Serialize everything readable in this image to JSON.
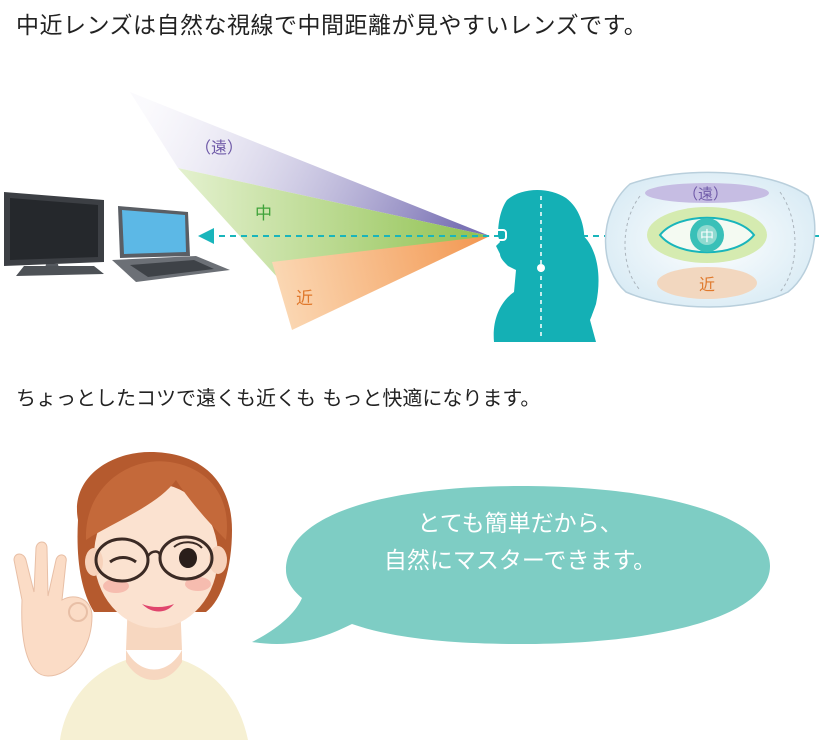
{
  "heading": "中近レンズは自然な視線で中間距離が見やすいレンズです。",
  "subheading": "ちょっとしたコツで遠くも近くも もっと快適になります。",
  "zones": {
    "far": "（遠）",
    "middle": "中",
    "near": "近"
  },
  "lens_zones": {
    "far": "（遠）",
    "middle": "中",
    "near": "近"
  },
  "speech_bubble": {
    "line1": "とても簡単だから、",
    "line2": "自然にマスターできます。"
  },
  "colors": {
    "far_zone": "#8c86c0",
    "middle_zone": "#a8d070",
    "near_zone": "#f3a86a",
    "teal": "#19b5bb",
    "bubble": "#7ecdc4"
  },
  "icons": [
    "monitor-icon",
    "laptop-icon",
    "profile-silhouette",
    "lens-diagram",
    "woman-winking-illustration"
  ]
}
